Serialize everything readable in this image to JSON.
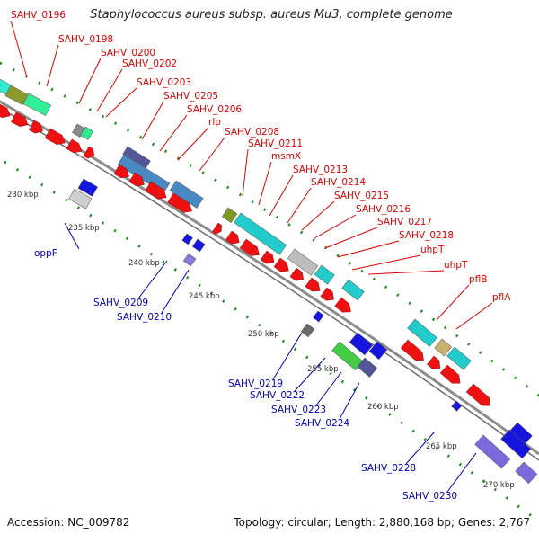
{
  "title": "Staphylococcus aureus subsp. aureus Mu3, complete genome",
  "footer": {
    "accession": "Accession: NC_009782",
    "summary": "Topology: circular; Length: 2,880,168 bp; Genes: 2,767"
  },
  "colors": {
    "forward_label": "#dd0000",
    "reverse_label": "#0000bb",
    "backbone": "#8c8c8c",
    "tick": "#1a8a1a"
  },
  "scale": {
    "ticks": [
      "230 kbp",
      "235 kbp",
      "240 kbp",
      "245 kbp",
      "250 kbp",
      "255 kbp",
      "260 kbp",
      "265 kbp",
      "270 kbp"
    ]
  },
  "forward_labels": [
    "SAHV_0196",
    "SAHV_0198",
    "SAHV_0200",
    "SAHV_0202",
    "SAHV_0203",
    "SAHV_0205",
    "SAHV_0206",
    "rlp",
    "SAHV_0208",
    "SAHV_0211",
    "msmX",
    "SAHV_0213",
    "SAHV_0214",
    "SAHV_0215",
    "SAHV_0216",
    "SAHV_0217",
    "SAHV_0218",
    "uhpT",
    "uhpT",
    "pflB",
    "pflA"
  ],
  "reverse_labels": [
    "oppF",
    "SAHV_0209",
    "SAHV_0210",
    "SAHV_0219",
    "SAHV_0222",
    "SAHV_0223",
    "SAHV_0224",
    "SAHV_0228",
    "SAHV_0230"
  ]
}
